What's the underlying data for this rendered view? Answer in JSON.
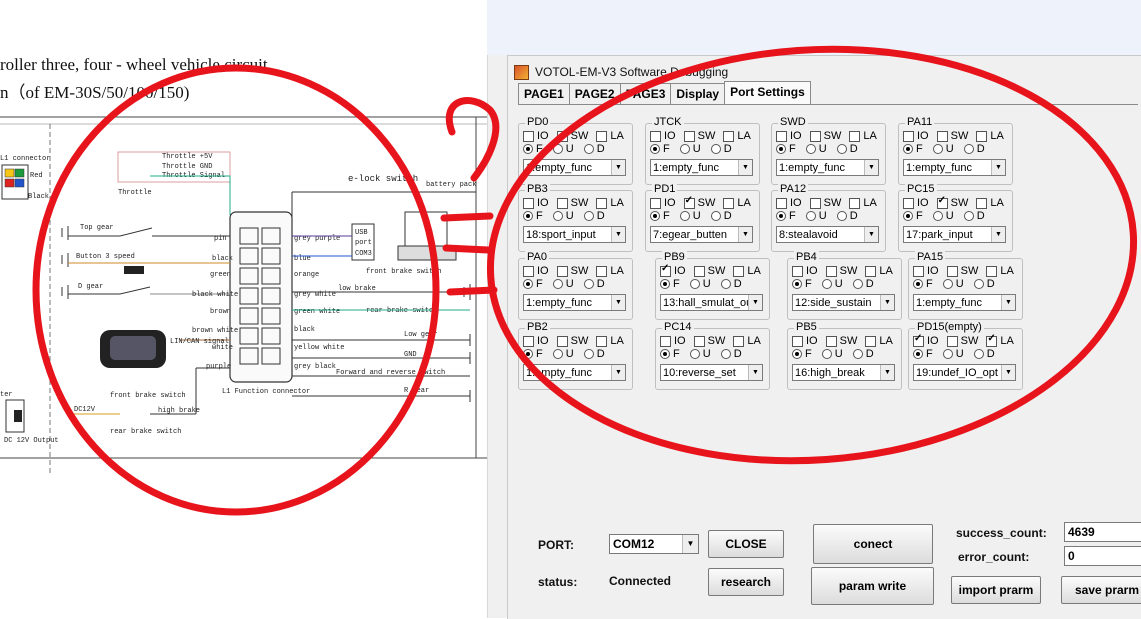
{
  "document": {
    "caption_line1": "roller three, four - wheel vehicle circuit",
    "caption_line2": "n（of EM-30S/50/100/150)",
    "labels": {
      "connector": "L1 connector",
      "red": "Red",
      "black": "Black",
      "throttle5v": "Throttle +5V",
      "throttle_gnd": "Throttle GND",
      "throttle_signal": "Throttle Signal",
      "throttle": "Throttle",
      "elock": "e-lock switch",
      "battery": "battery pack",
      "top_gear": "Top gear",
      "button3": "Button 3 speed",
      "dgear": "D gear",
      "usb": "USB",
      "port": "port",
      "com3": "COM3",
      "front_brake_sw": "front brake switch",
      "low_brake": "low brake",
      "rear_brake_sw": "rear brake switch",
      "low_gear": "Low gear",
      "gnd": "GND",
      "fr_switch": "Forward and reverse switch",
      "r_gear": "R gear",
      "lin_can": "LIN/CAN signal",
      "func_conn": "L1 Function connector",
      "front_brake2": "front brake switch",
      "rear_brake2": "rear brake switch",
      "high_brake": "high brake",
      "dc12v": "DC12V",
      "dc12v_out": "DC 12V Output",
      "pin": "pin",
      "black_w": "black",
      "green": "green",
      "black_white": "black white",
      "brown": "brown",
      "brown_white": "brown white",
      "white": "white",
      "purple": "purple",
      "grey_purple": "grey purple",
      "blue": "blue",
      "orange": "orange",
      "grey_white": "grey white",
      "green_white": "green white",
      "black_r": "black",
      "yellow_white": "yellow white",
      "grey_black": "grey black",
      "ter": "ter"
    }
  },
  "app": {
    "title": "VOTOL-EM-V3 Software Debugging",
    "tabs": [
      "PAGE1",
      "PAGE2",
      "PAGE3",
      "Display",
      "Port Settings"
    ],
    "active_tab": "Port Settings",
    "port_groups": [
      {
        "name": "PD0",
        "io": false,
        "sw": false,
        "la": false,
        "mode": "F",
        "value": "1:empty_func"
      },
      {
        "name": "JTCK",
        "io": false,
        "sw": false,
        "la": false,
        "mode": "F",
        "value": "1:empty_func"
      },
      {
        "name": "SWD",
        "io": false,
        "sw": false,
        "la": false,
        "mode": "F",
        "value": "1:empty_func"
      },
      {
        "name": "PA11",
        "io": false,
        "sw": false,
        "la": false,
        "mode": "F",
        "value": "1:empty_func"
      },
      {
        "name": "PB3",
        "io": false,
        "sw": false,
        "la": false,
        "mode": "F",
        "value": "18:sport_input"
      },
      {
        "name": "PD1",
        "io": false,
        "sw": true,
        "la": false,
        "mode": "F",
        "value": "7:egear_butten"
      },
      {
        "name": "PA12",
        "io": false,
        "sw": false,
        "la": false,
        "mode": "F",
        "value": "8:stealavoid"
      },
      {
        "name": "PC15",
        "io": false,
        "sw": true,
        "la": false,
        "mode": "F",
        "value": "17:park_input"
      },
      {
        "name": "PA0",
        "io": false,
        "sw": false,
        "la": false,
        "mode": "F",
        "value": "1:empty_func"
      },
      {
        "name": "PB9",
        "io": true,
        "sw": false,
        "la": false,
        "mode": "F",
        "value": "13:hall_smulat_ou"
      },
      {
        "name": "PB4",
        "io": false,
        "sw": false,
        "la": false,
        "mode": "F",
        "value": "12:side_sustain"
      },
      {
        "name": "PA15",
        "io": false,
        "sw": false,
        "la": false,
        "mode": "F",
        "value": "1:empty_func"
      },
      {
        "name": "PB2",
        "io": false,
        "sw": false,
        "la": false,
        "mode": "F",
        "value": "1:empty_func"
      },
      {
        "name": "PC14",
        "io": false,
        "sw": false,
        "la": false,
        "mode": "F",
        "value": "10:reverse_set"
      },
      {
        "name": "PB5",
        "io": false,
        "sw": false,
        "la": false,
        "mode": "F",
        "value": "16:high_break"
      },
      {
        "name": "PD15(empty)",
        "io": true,
        "sw": false,
        "la": true,
        "mode": "F",
        "value": "19:undef_IO_opt"
      }
    ],
    "opt_labels": {
      "io": "IO",
      "sw": "SW",
      "la": "LA",
      "f": "F",
      "u": "U",
      "d": "D"
    },
    "bottom": {
      "port_label": "PORT:",
      "port_value": "COM12",
      "close_btn": "CLOSE",
      "connect_btn": "conect",
      "status_label": "status:",
      "status_value": "Connected",
      "research_btn": "research",
      "param_write_btn": "param write",
      "success_label": "success_count:",
      "success_value": "4639",
      "error_label": "error_count:",
      "error_value": "0",
      "import_btn": "import prarm",
      "save_btn": "save prarm"
    }
  },
  "annotation_color": "#e8141c"
}
